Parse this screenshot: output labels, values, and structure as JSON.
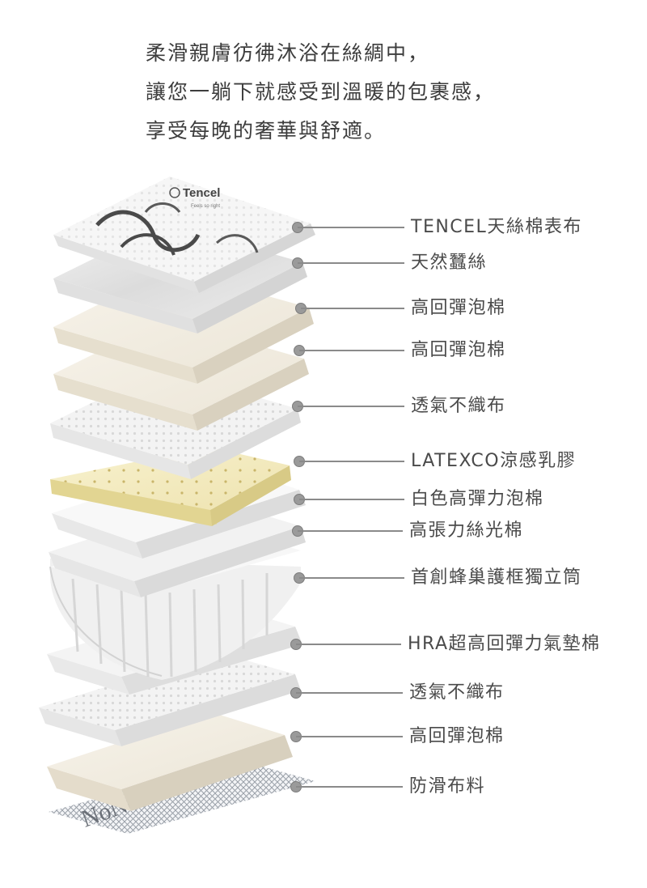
{
  "intro": {
    "lines": [
      "柔滑親膚彷彿沐浴在絲綢中，",
      "讓您一躺下就感受到溫暖的包裹感，",
      "享受每晚的奢華與舒適。"
    ]
  },
  "brand": {
    "tencel_logo": "Tencel",
    "tencel_sub": "Feels so right",
    "bottom_fabric_text": "NoNeed"
  },
  "layers": [
    {
      "label": "TENCEL天絲棉表布",
      "material": "tencel-fabric"
    },
    {
      "label": "天然蠶絲",
      "material": "silk"
    },
    {
      "label": "高回彈泡棉",
      "material": "foam"
    },
    {
      "label": "高回彈泡棉",
      "material": "foam"
    },
    {
      "label": "透氣不織布",
      "material": "non-woven"
    },
    {
      "label": "LATEXCO涼感乳膠",
      "material": "latex"
    },
    {
      "label": "白色高彈力泡棉",
      "material": "white-foam"
    },
    {
      "label": "高張力絲光棉",
      "material": "mercerized-cotton"
    },
    {
      "label": "首創蜂巢護框獨立筒",
      "material": "pocket-spring"
    },
    {
      "label": "HRA超高回彈力氣墊棉",
      "material": "air-cushion"
    },
    {
      "label": "透氣不織布",
      "material": "non-woven"
    },
    {
      "label": "高回彈泡棉",
      "material": "foam"
    },
    {
      "label": "防滑布料",
      "material": "anti-slip"
    }
  ],
  "colors": {
    "text": "#3d3d3d",
    "label": "#4a4a4a",
    "callout_line": "#8a8a8a",
    "latex": "#f3ecc4",
    "foam": "#f3efe6"
  }
}
